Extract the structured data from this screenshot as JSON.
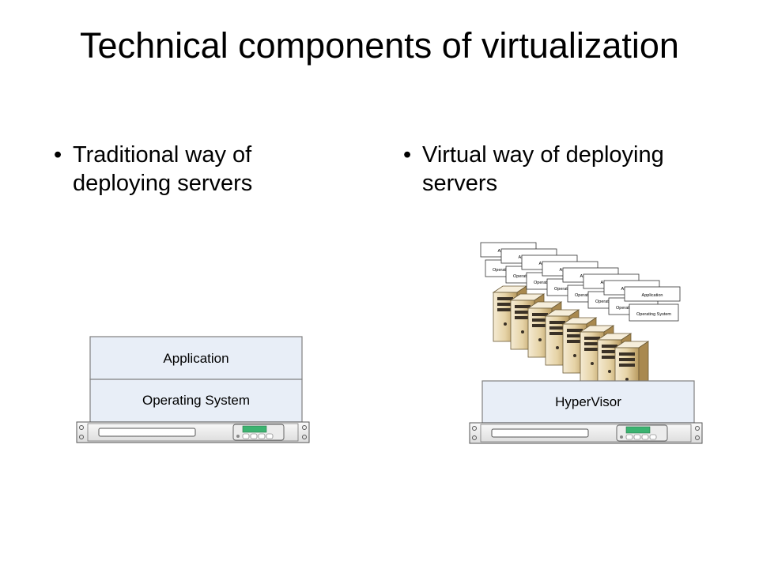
{
  "title": "Technical components of virtualization",
  "left_bullet": "Traditional way of deploying servers",
  "right_bullet": "Virtual way of deploying servers",
  "bullet_symbol": "•",
  "traditional": {
    "application_label": "Application",
    "os_label": "Operating System"
  },
  "virtual": {
    "hypervisor_label": "HyperVisor",
    "vm_application_label": "Application",
    "vm_os_label": "Operating System",
    "vm_count": 8
  },
  "colors": {
    "box_fill": "#e8eef7",
    "box_stroke": "#808080",
    "server_fill": "#f5f5f5",
    "lcd_green": "#3cb371",
    "tower_fill": "#e8d9b4"
  }
}
